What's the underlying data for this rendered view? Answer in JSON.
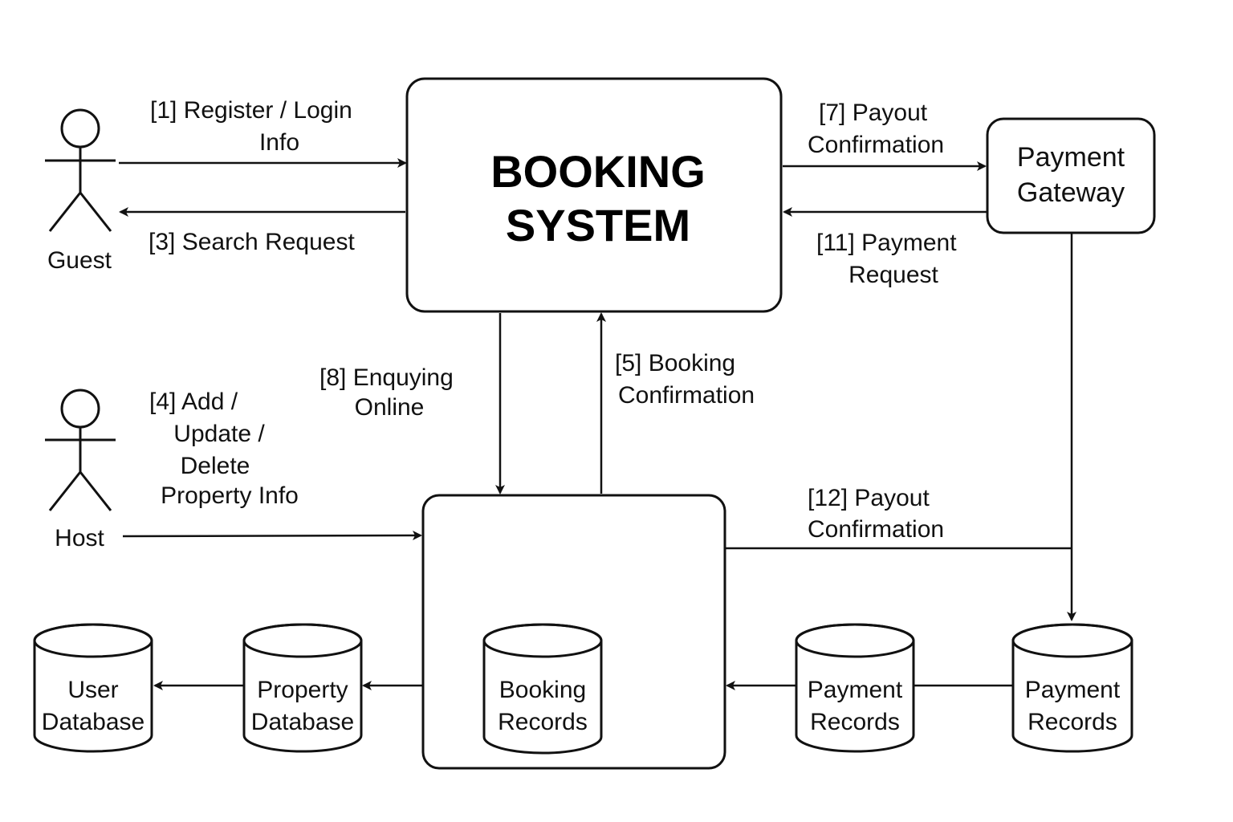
{
  "colors": {
    "stroke": "#111111",
    "background": "#ffffff"
  },
  "system": {
    "title_line1": "BOOKING",
    "title_line2": "SYSTEM"
  },
  "gateway": {
    "line1": "Payment",
    "line2": "Gateway"
  },
  "actors": {
    "guest": "Guest",
    "host": "Host"
  },
  "flows": {
    "f1": {
      "line1": "[1]   Register / Login",
      "line2": "Info"
    },
    "f3": {
      "line1": "[3] Search Request"
    },
    "f4": {
      "line1": "[4]  Add /",
      "line2": "Update /",
      "line3": "Delete",
      "line4": "Property Info"
    },
    "f5": {
      "line1": "[5] Booking",
      "line2": "Confirmation"
    },
    "f7": {
      "line1": "[7] Payout",
      "line2": "Confirmation"
    },
    "f8": {
      "line1": "[8] Enquying",
      "line2": "Online"
    },
    "f11": {
      "line1": "[11]  Payment",
      "line2": "Request"
    },
    "f12": {
      "line1": "[12]  Payout",
      "line2": "Confirmation"
    }
  },
  "stores": {
    "user_db": {
      "line1": "User",
      "line2": "Database"
    },
    "property_db": {
      "line1": "Property",
      "line2": "Database"
    },
    "booking_records": {
      "line1": "Booking",
      "line2": "Records"
    },
    "payment_records_left": {
      "line1": "Payment",
      "line2": "Records"
    },
    "payment_records_right": {
      "line1": "Payment",
      "line2": "Records"
    }
  }
}
